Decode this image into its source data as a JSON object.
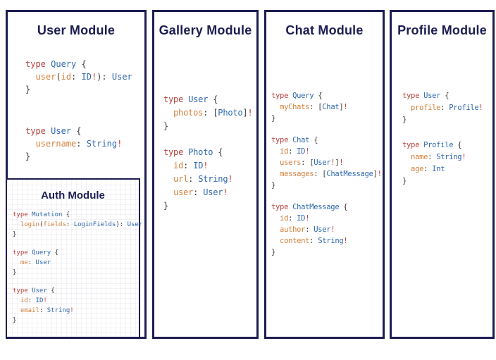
{
  "colors": {
    "navy": "#1d1d52",
    "keyword": "#b5423f",
    "type_name": "#3068ae",
    "field_name": "#d3813c",
    "punctuation": "#3b3b3b",
    "bang": "#c13f35",
    "auth_grid": "rgba(28,28,79,0.05)",
    "background": "#ffffff"
  },
  "modules": [
    {
      "key": "user",
      "title": "User Module",
      "code": [
        [
          [
            [
              "kw",
              "type "
            ],
            [
              "ty",
              "Query"
            ],
            [
              "pn",
              " {"
            ]
          ],
          [
            [
              "pn",
              "  "
            ],
            [
              "fld",
              "user"
            ],
            [
              "pn",
              "("
            ],
            [
              "fld",
              "id"
            ],
            [
              "pn",
              ": "
            ],
            [
              "ty",
              "ID"
            ],
            [
              "ex",
              "!"
            ],
            [
              "pn",
              "): "
            ],
            [
              "ty",
              "User"
            ]
          ],
          [
            [
              "pn",
              "}"
            ]
          ]
        ],
        [
          [
            [
              "kw",
              "type "
            ],
            [
              "ty",
              "User"
            ],
            [
              "pn",
              " {"
            ]
          ],
          [
            [
              "pn",
              "  "
            ],
            [
              "fld",
              "username"
            ],
            [
              "pn",
              ": "
            ],
            [
              "ty",
              "String"
            ],
            [
              "ex",
              "!"
            ]
          ],
          [
            [
              "pn",
              "}"
            ]
          ]
        ]
      ]
    },
    {
      "key": "auth",
      "title": "Auth Module",
      "code": [
        [
          [
            [
              "kw",
              "type "
            ],
            [
              "ty",
              "Mutation"
            ],
            [
              "pn",
              " {"
            ]
          ],
          [
            [
              "pn",
              "  "
            ],
            [
              "fld",
              "login"
            ],
            [
              "pn",
              "("
            ],
            [
              "fld",
              "fields"
            ],
            [
              "pn",
              ": "
            ],
            [
              "ty",
              "LoginFields"
            ],
            [
              "pn",
              "): "
            ],
            [
              "ty",
              "User"
            ]
          ],
          [
            [
              "pn",
              "}"
            ]
          ]
        ],
        [
          [
            [
              "kw",
              "type "
            ],
            [
              "ty",
              "Query"
            ],
            [
              "pn",
              " {"
            ]
          ],
          [
            [
              "pn",
              "  "
            ],
            [
              "fld",
              "me"
            ],
            [
              "pn",
              ": "
            ],
            [
              "ty",
              "User"
            ]
          ],
          [
            [
              "pn",
              "}"
            ]
          ]
        ],
        [
          [
            [
              "kw",
              "type "
            ],
            [
              "ty",
              "User"
            ],
            [
              "pn",
              " {"
            ]
          ],
          [
            [
              "pn",
              "  "
            ],
            [
              "fld",
              "id"
            ],
            [
              "pn",
              ": "
            ],
            [
              "ty",
              "ID"
            ],
            [
              "ex",
              "!"
            ]
          ],
          [
            [
              "pn",
              "  "
            ],
            [
              "fld",
              "email"
            ],
            [
              "pn",
              ": "
            ],
            [
              "ty",
              "String"
            ],
            [
              "ex",
              "!"
            ]
          ],
          [
            [
              "pn",
              "}"
            ]
          ]
        ]
      ]
    },
    {
      "key": "gallery",
      "title": "Gallery Module",
      "code": [
        [
          [
            [
              "kw",
              "type "
            ],
            [
              "ty",
              "User"
            ],
            [
              "pn",
              " {"
            ]
          ],
          [
            [
              "pn",
              "  "
            ],
            [
              "fld",
              "photos"
            ],
            [
              "pn",
              ": ["
            ],
            [
              "ty",
              "Photo"
            ],
            [
              "pn",
              "]"
            ],
            [
              "ex",
              "!"
            ]
          ],
          [
            [
              "pn",
              "}"
            ]
          ]
        ],
        [
          [
            [
              "kw",
              "type "
            ],
            [
              "ty",
              "Photo"
            ],
            [
              "pn",
              " {"
            ]
          ],
          [
            [
              "pn",
              "  "
            ],
            [
              "fld",
              "id"
            ],
            [
              "pn",
              ": "
            ],
            [
              "ty",
              "ID"
            ],
            [
              "ex",
              "!"
            ]
          ],
          [
            [
              "pn",
              "  "
            ],
            [
              "fld",
              "url"
            ],
            [
              "pn",
              ": "
            ],
            [
              "ty",
              "String"
            ],
            [
              "ex",
              "!"
            ]
          ],
          [
            [
              "pn",
              "  "
            ],
            [
              "fld",
              "user"
            ],
            [
              "pn",
              ": "
            ],
            [
              "ty",
              "User"
            ],
            [
              "ex",
              "!"
            ]
          ],
          [
            [
              "pn",
              "}"
            ]
          ]
        ]
      ]
    },
    {
      "key": "chat",
      "title": "Chat Module",
      "code": [
        [
          [
            [
              "kw",
              "type "
            ],
            [
              "ty",
              "Query"
            ],
            [
              "pn",
              " {"
            ]
          ],
          [
            [
              "pn",
              "  "
            ],
            [
              "fld",
              "myChats"
            ],
            [
              "pn",
              ": ["
            ],
            [
              "ty",
              "Chat"
            ],
            [
              "pn",
              "]"
            ],
            [
              "ex",
              "!"
            ]
          ],
          [
            [
              "pn",
              "}"
            ]
          ]
        ],
        [
          [
            [
              "kw",
              "type "
            ],
            [
              "ty",
              "Chat"
            ],
            [
              "pn",
              " {"
            ]
          ],
          [
            [
              "pn",
              "  "
            ],
            [
              "fld",
              "id"
            ],
            [
              "pn",
              ": "
            ],
            [
              "ty",
              "ID"
            ],
            [
              "ex",
              "!"
            ]
          ],
          [
            [
              "pn",
              "  "
            ],
            [
              "fld",
              "users"
            ],
            [
              "pn",
              ": ["
            ],
            [
              "ty",
              "User"
            ],
            [
              "ex",
              "!"
            ],
            [
              "pn",
              "]"
            ],
            [
              "ex",
              "!"
            ]
          ],
          [
            [
              "pn",
              "  "
            ],
            [
              "fld",
              "messages"
            ],
            [
              "pn",
              ": ["
            ],
            [
              "ty",
              "ChatMessage"
            ],
            [
              "pn",
              "]"
            ],
            [
              "ex",
              "!"
            ]
          ],
          [
            [
              "pn",
              "}"
            ]
          ]
        ],
        [
          [
            [
              "kw",
              "type "
            ],
            [
              "ty",
              "ChatMessage"
            ],
            [
              "pn",
              " {"
            ]
          ],
          [
            [
              "pn",
              "  "
            ],
            [
              "fld",
              "id"
            ],
            [
              "pn",
              ": "
            ],
            [
              "ty",
              "ID"
            ],
            [
              "ex",
              "!"
            ]
          ],
          [
            [
              "pn",
              "  "
            ],
            [
              "fld",
              "author"
            ],
            [
              "pn",
              ": "
            ],
            [
              "ty",
              "User"
            ],
            [
              "ex",
              "!"
            ]
          ],
          [
            [
              "pn",
              "  "
            ],
            [
              "fld",
              "content"
            ],
            [
              "pn",
              ": "
            ],
            [
              "ty",
              "String"
            ],
            [
              "ex",
              "!"
            ]
          ],
          [
            [
              "pn",
              "}"
            ]
          ]
        ]
      ]
    },
    {
      "key": "profile",
      "title": "Profile Module",
      "code": [
        [
          [
            [
              "kw",
              "type "
            ],
            [
              "ty",
              "User"
            ],
            [
              "pn",
              " {"
            ]
          ],
          [
            [
              "pn",
              "  "
            ],
            [
              "fld",
              "profile"
            ],
            [
              "pn",
              ": "
            ],
            [
              "ty",
              "Profile"
            ],
            [
              "ex",
              "!"
            ]
          ],
          [
            [
              "pn",
              "}"
            ]
          ]
        ],
        [
          [
            [
              "kw",
              "type "
            ],
            [
              "ty",
              "Profile"
            ],
            [
              "pn",
              " {"
            ]
          ],
          [
            [
              "pn",
              "  "
            ],
            [
              "fld",
              "name"
            ],
            [
              "pn",
              ": "
            ],
            [
              "ty",
              "String"
            ],
            [
              "ex",
              "!"
            ]
          ],
          [
            [
              "pn",
              "  "
            ],
            [
              "fld",
              "age"
            ],
            [
              "pn",
              ": "
            ],
            [
              "ty",
              "Int"
            ]
          ],
          [
            [
              "pn",
              "}"
            ]
          ]
        ]
      ]
    }
  ]
}
